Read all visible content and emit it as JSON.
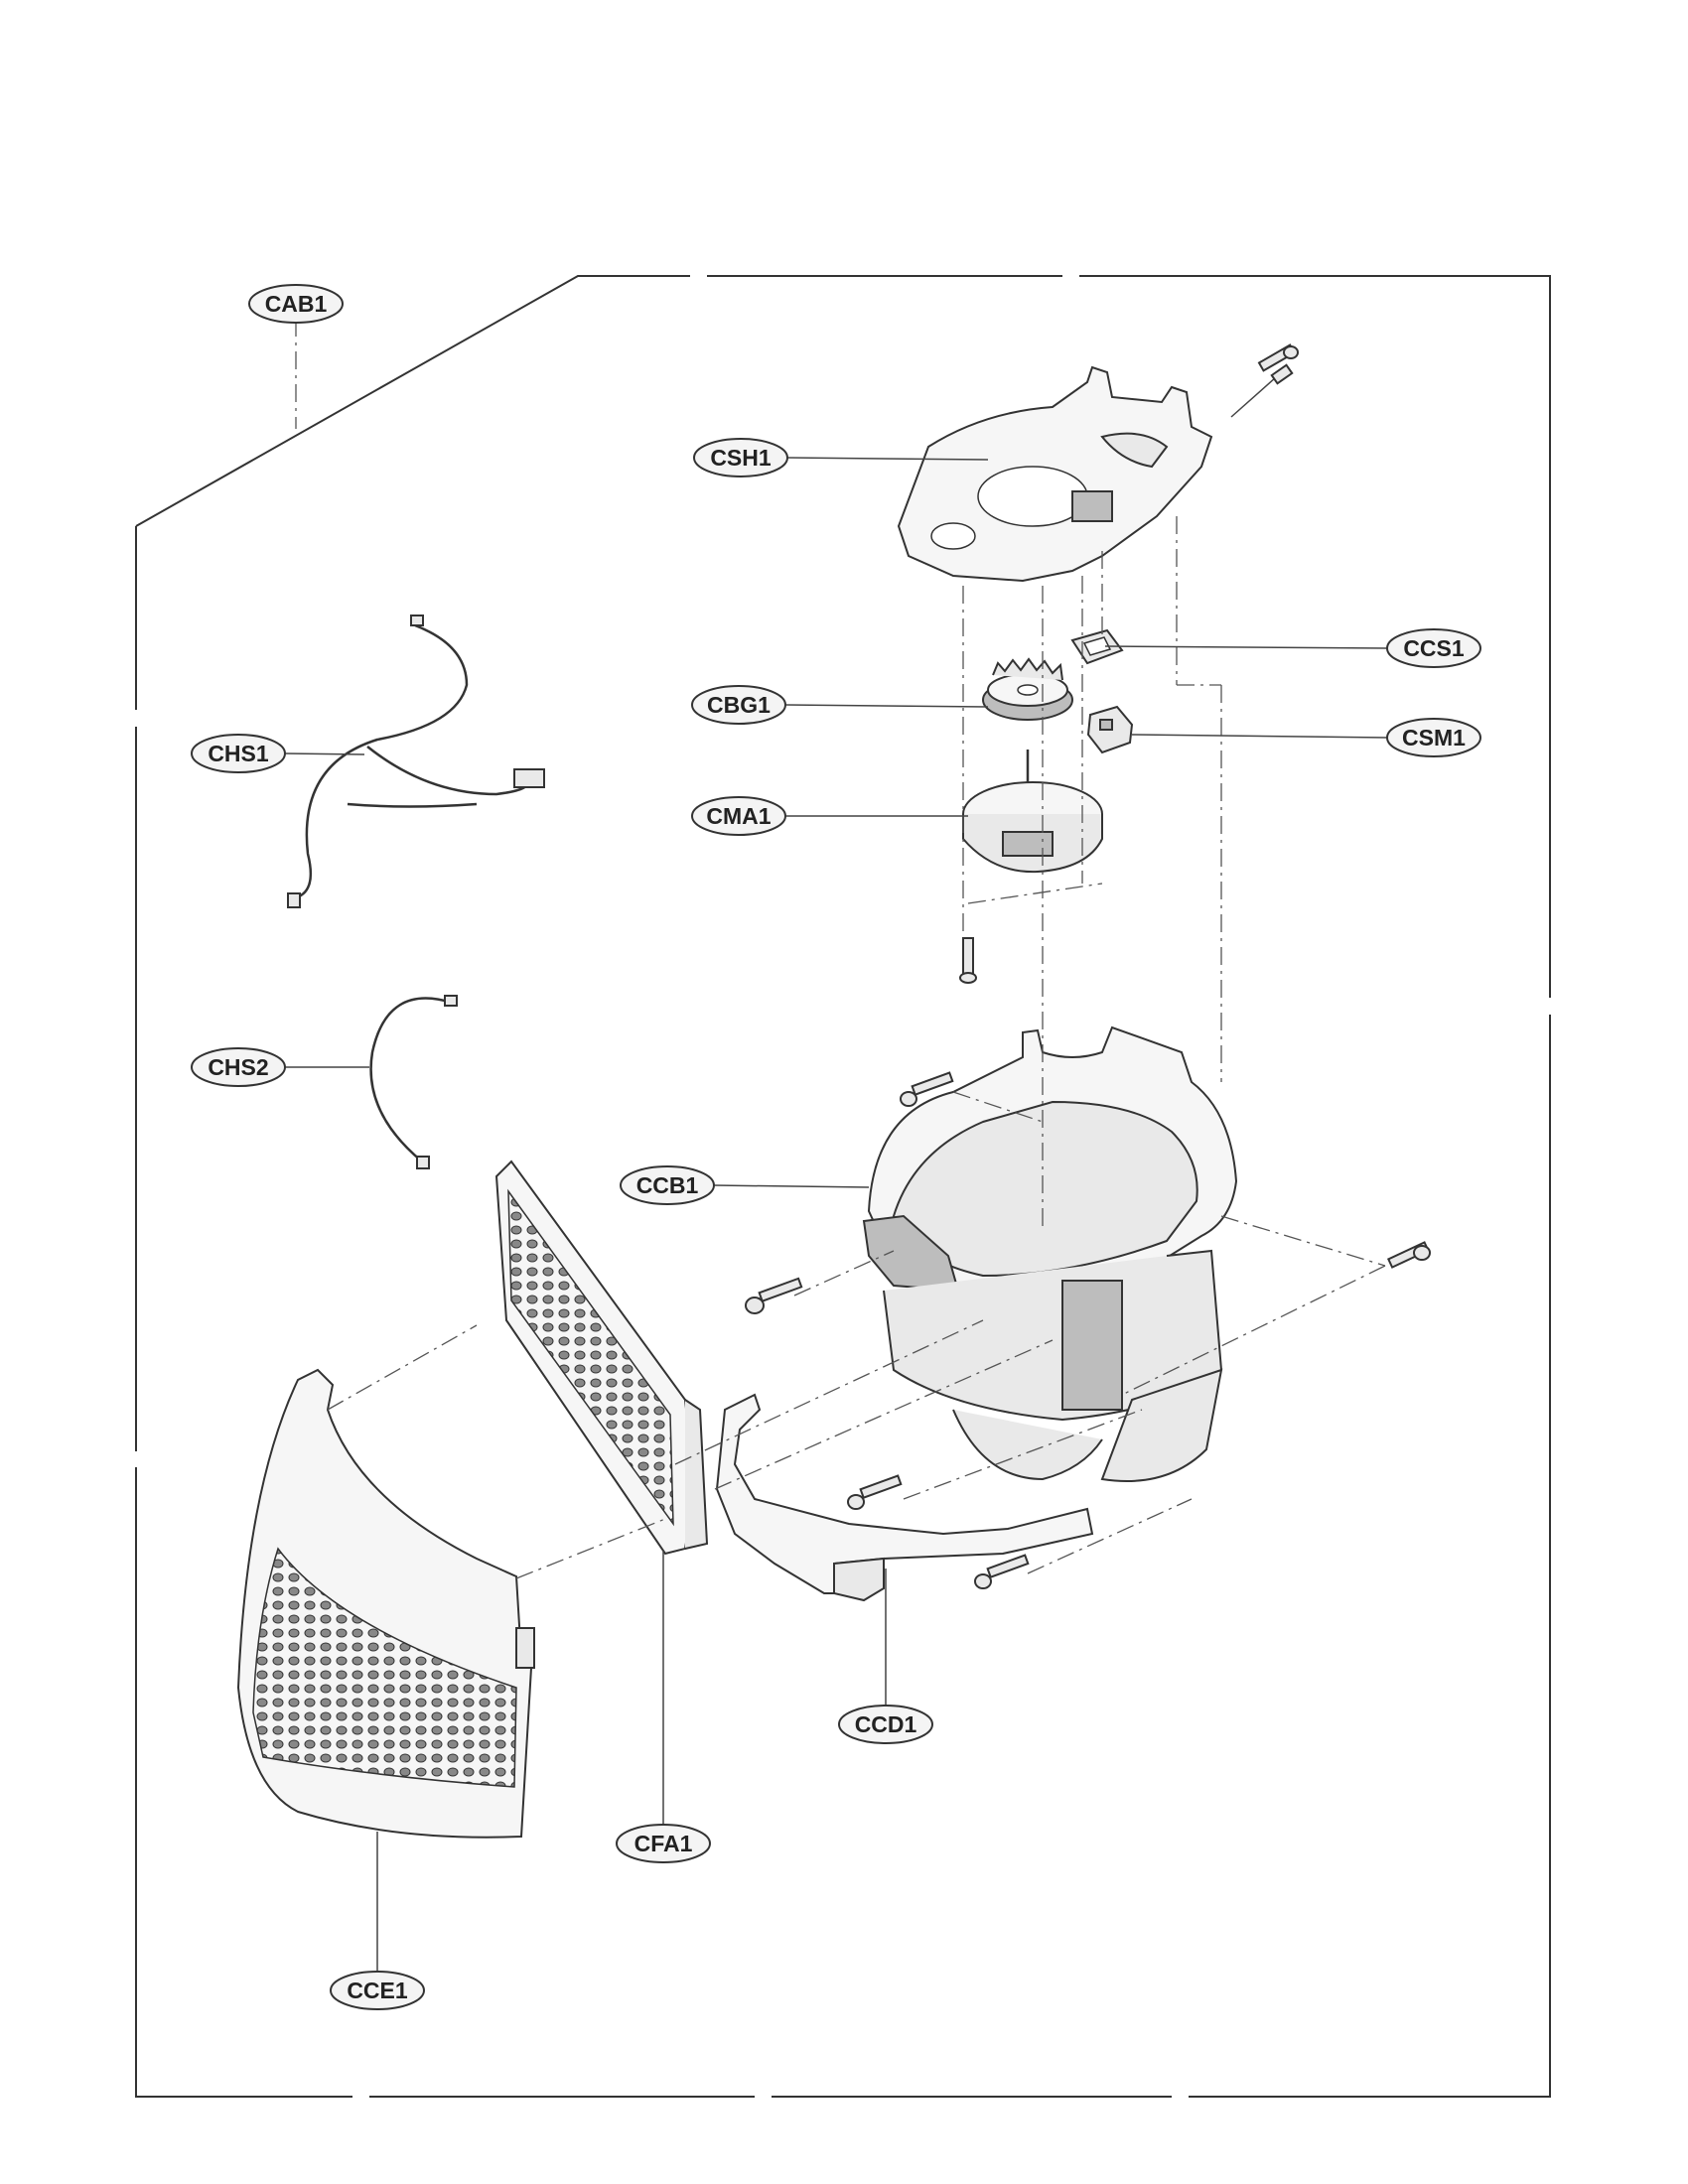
{
  "callouts": [
    {
      "id": "CAB1",
      "label": "CAB1"
    },
    {
      "id": "CSH1",
      "label": "CSH1"
    },
    {
      "id": "CCS1",
      "label": "CCS1"
    },
    {
      "id": "CBG1",
      "label": "CBG1"
    },
    {
      "id": "CSM1",
      "label": "CSM1"
    },
    {
      "id": "CHS1",
      "label": "CHS1"
    },
    {
      "id": "CMA1",
      "label": "CMA1"
    },
    {
      "id": "CHS2",
      "label": "CHS2"
    },
    {
      "id": "CCB1",
      "label": "CCB1"
    },
    {
      "id": "CCD1",
      "label": "CCD1"
    },
    {
      "id": "CFA1",
      "label": "CFA1"
    },
    {
      "id": "CCE1",
      "label": "CCE1"
    }
  ]
}
